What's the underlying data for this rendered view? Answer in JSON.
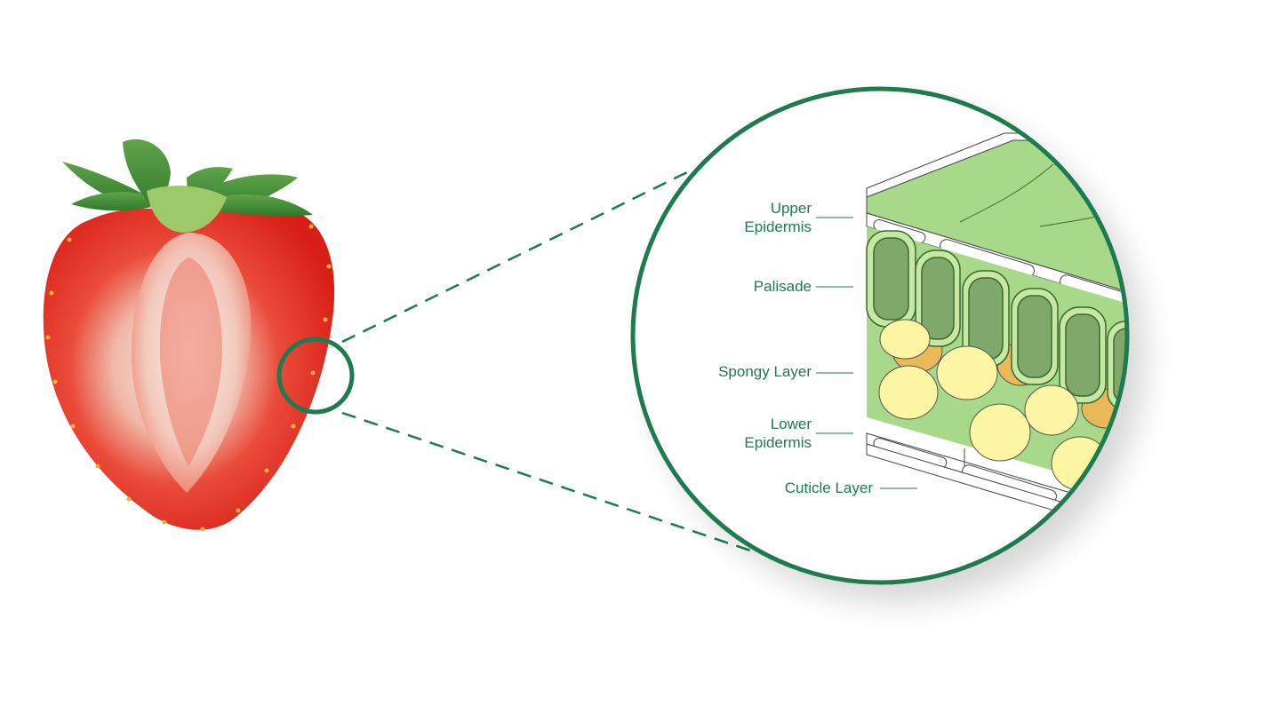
{
  "colors": {
    "accent_green": "#1f7a4f",
    "leaf_light_green": "#a8d98a",
    "palisade_green": "#7fa86a",
    "spongy_yellow": "#fbf5a4",
    "spongy_orange": "#e8b85a",
    "strawberry_red": "#e4261f"
  },
  "labels": {
    "upper_epidermis": [
      "Upper",
      "Epidermis"
    ],
    "palisade": "Palisade",
    "spongy_layer": "Spongy Layer",
    "lower_epidermis": [
      "Lower",
      "Epidermis"
    ],
    "cuticle_layer": "Cuticle Layer"
  }
}
